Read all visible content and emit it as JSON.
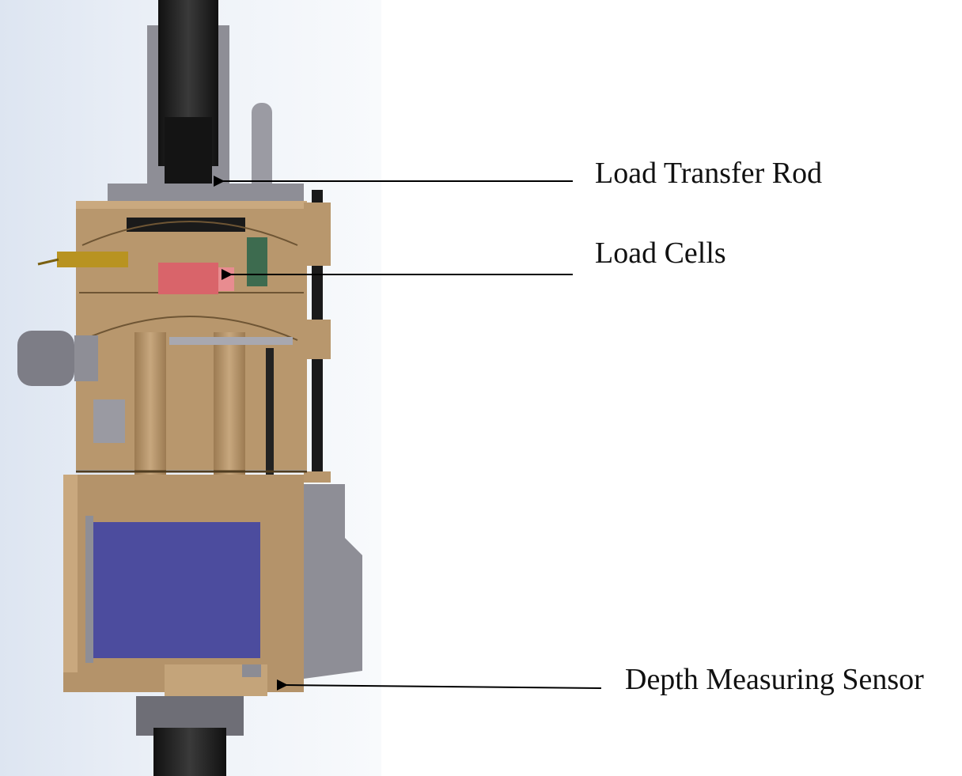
{
  "callouts": {
    "load_transfer_rod": "Load Transfer Rod",
    "load_cells": "Load Cells",
    "depth_measuring_sensor": "Depth Measuring Sensor"
  },
  "colors": {
    "body": "#a8875f",
    "body_dark": "#8d6d46",
    "body_light": "#c5a57c",
    "rod": "#1c1c1c",
    "grey_part": "#9a9aa2",
    "load_cell": "#d9646a",
    "battery": "#4c4c9e",
    "sensor_board": "#3d6b4f",
    "connector": "#b89321",
    "backdrop": "#e9eef6"
  }
}
